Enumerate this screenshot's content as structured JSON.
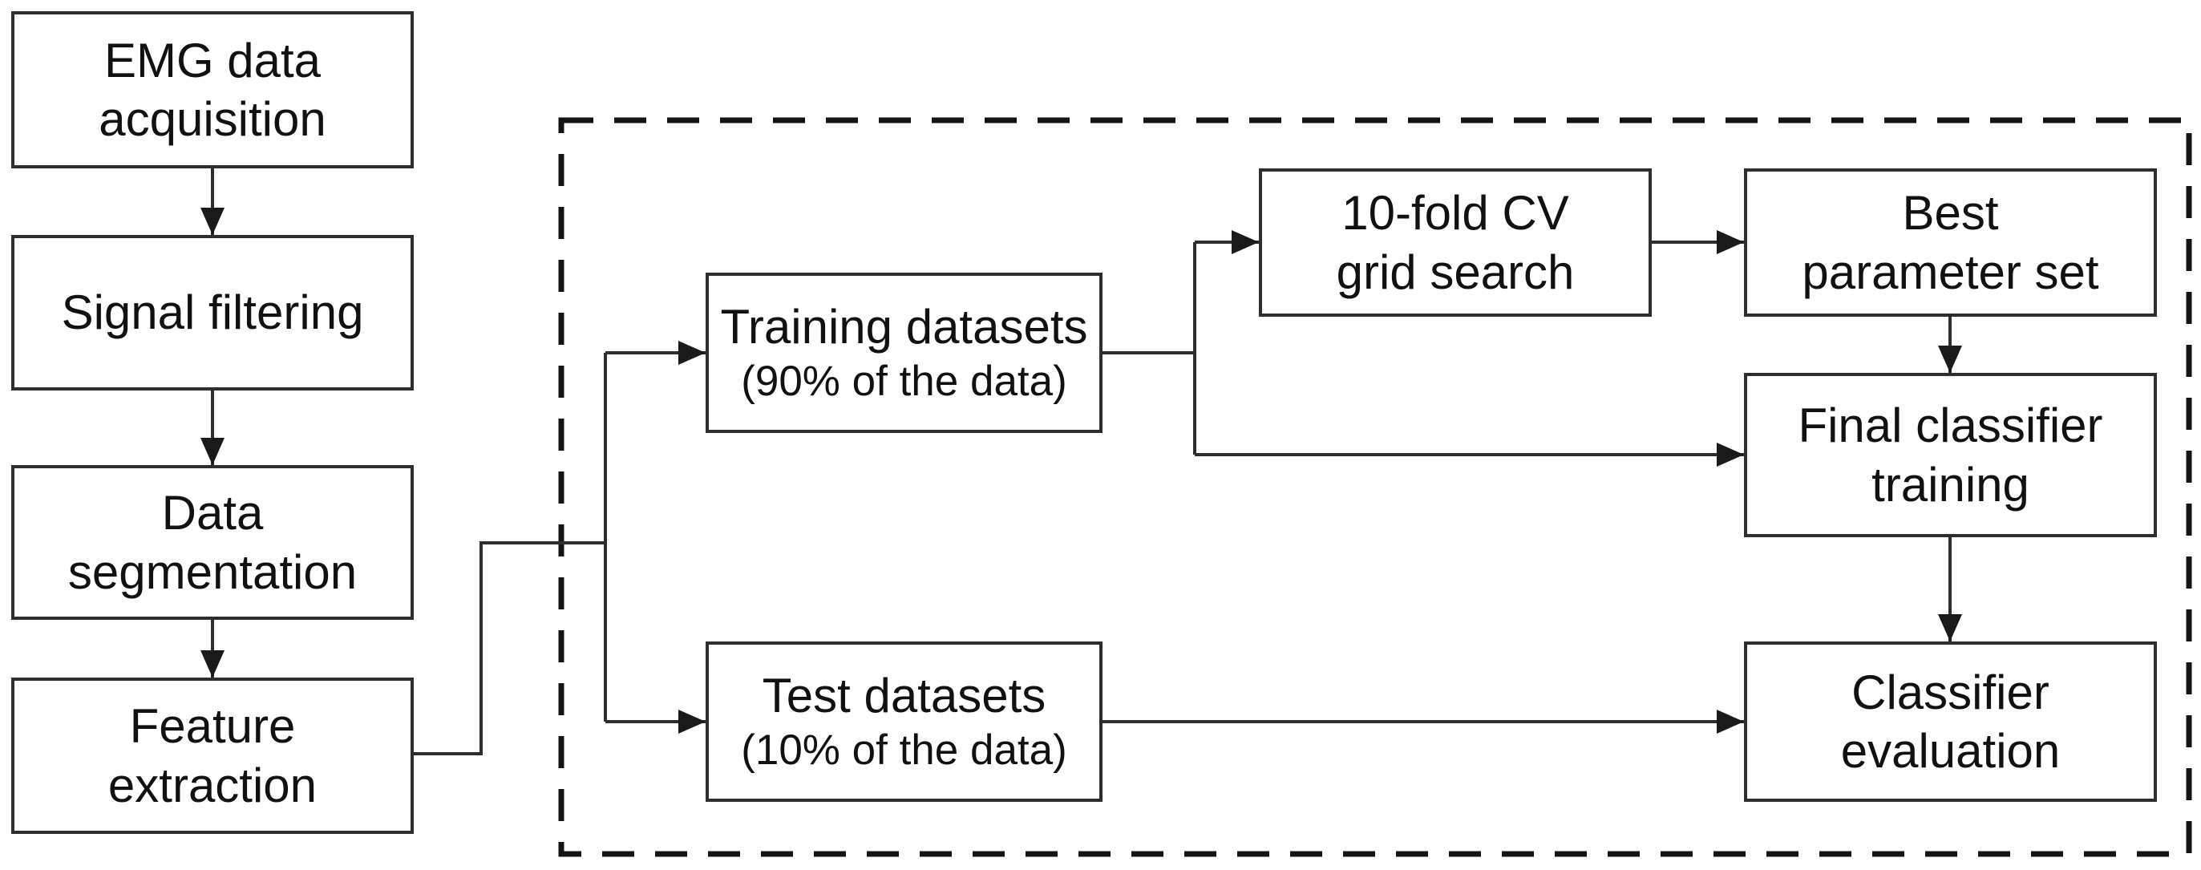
{
  "diagram": {
    "type": "flowchart",
    "title": "",
    "colors": {
      "background": "#ffffff",
      "box_fill": "#ffffff",
      "box_border": "#2e2e2e",
      "connector": "#2e2e2e",
      "dashed_boundary": "#141414",
      "text": "#111111"
    },
    "dashed_group": {
      "label": "",
      "contains": [
        "training-datasets",
        "test-datasets",
        "cv-grid-search",
        "best-parameter-set",
        "final-classifier-training",
        "classifier-evaluation"
      ]
    }
  },
  "nodes": [
    {
      "id": "emg-data-acquisition",
      "lines": [
        "EMG data",
        "acquisition"
      ]
    },
    {
      "id": "signal-filtering",
      "lines": [
        "Signal filtering"
      ]
    },
    {
      "id": "data-segmentation",
      "lines": [
        "Data",
        "segmentation"
      ]
    },
    {
      "id": "feature-extraction",
      "lines": [
        "Feature",
        "extraction"
      ]
    },
    {
      "id": "training-datasets",
      "lines": [
        "Training datasets",
        "(90% of the data)"
      ]
    },
    {
      "id": "test-datasets",
      "lines": [
        "Test datasets",
        "(10% of the data)"
      ]
    },
    {
      "id": "cv-grid-search",
      "lines": [
        "10-fold CV",
        "grid search"
      ]
    },
    {
      "id": "best-parameter-set",
      "lines": [
        "Best",
        "parameter set"
      ]
    },
    {
      "id": "final-classifier-training",
      "lines": [
        "Final classifier",
        "training"
      ]
    },
    {
      "id": "classifier-evaluation",
      "lines": [
        "Classifier",
        "evaluation"
      ]
    }
  ],
  "edges": [
    {
      "from": "emg-data-acquisition",
      "to": "signal-filtering"
    },
    {
      "from": "signal-filtering",
      "to": "data-segmentation"
    },
    {
      "from": "data-segmentation",
      "to": "feature-extraction"
    },
    {
      "from": "feature-extraction",
      "to": "training-datasets"
    },
    {
      "from": "feature-extraction",
      "to": "test-datasets"
    },
    {
      "from": "training-datasets",
      "to": "cv-grid-search"
    },
    {
      "from": "training-datasets",
      "to": "final-classifier-training"
    },
    {
      "from": "cv-grid-search",
      "to": "best-parameter-set"
    },
    {
      "from": "best-parameter-set",
      "to": "final-classifier-training"
    },
    {
      "from": "final-classifier-training",
      "to": "classifier-evaluation"
    },
    {
      "from": "test-datasets",
      "to": "classifier-evaluation"
    }
  ]
}
